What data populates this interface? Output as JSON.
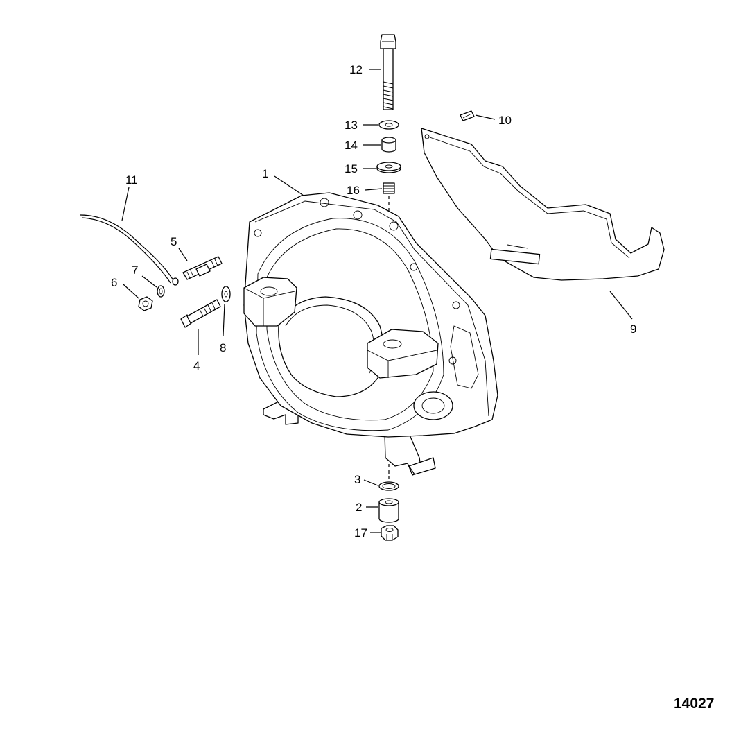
{
  "figure_id": "14027",
  "callouts": [
    {
      "id": "1",
      "label": "1"
    },
    {
      "id": "2",
      "label": "2"
    },
    {
      "id": "3",
      "label": "3"
    },
    {
      "id": "4",
      "label": "4"
    },
    {
      "id": "5",
      "label": "5"
    },
    {
      "id": "6",
      "label": "6"
    },
    {
      "id": "7",
      "label": "7"
    },
    {
      "id": "8",
      "label": "8"
    },
    {
      "id": "9",
      "label": "9"
    },
    {
      "id": "10",
      "label": "10"
    },
    {
      "id": "11",
      "label": "11"
    },
    {
      "id": "12",
      "label": "12"
    },
    {
      "id": "13",
      "label": "13"
    },
    {
      "id": "14",
      "label": "14"
    },
    {
      "id": "15",
      "label": "15"
    },
    {
      "id": "16",
      "label": "16"
    },
    {
      "id": "17",
      "label": "17"
    }
  ]
}
